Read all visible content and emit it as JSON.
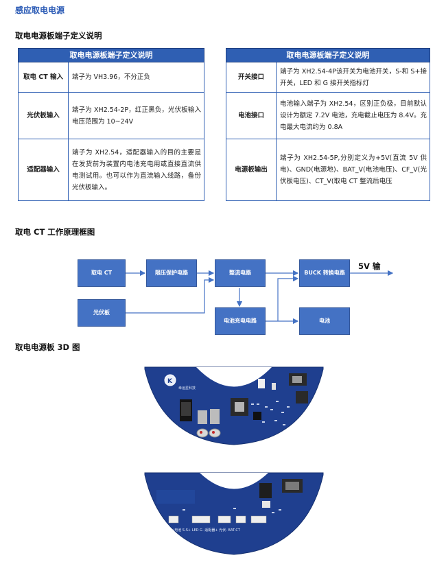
{
  "section_title": "感应取电电源",
  "terminal_title": "取电电源板端子定义说明",
  "table_left": {
    "header": "取电电源板端子定义说明",
    "rows": [
      {
        "key": "取电 CT 输入",
        "value": "端子为 VH3.96，不分正负"
      },
      {
        "key": "光伏板输入",
        "value": "端子为 XH2.54-2P，红正黑负，光伏板输入电压范围为 10~24V"
      },
      {
        "key": "适配器输入",
        "value": "端子为 XH2.54，适配器输入的目的主要是在发货前为装置内电池充电用或直接直流供电测试用。也可以作为直流输入线路，备份光伏板输入。"
      }
    ]
  },
  "table_right": {
    "header": "取电电源板端子定义说明",
    "rows": [
      {
        "key": "开关接口",
        "value": "端子为 XH2.54-4P该开关为电池开关，S-和 S+接开关，LED 和 G 接开关指标灯"
      },
      {
        "key": "电池接口",
        "value": "电池输入端子为 XH2.54，区别正负极，目前默认设计为额定 7.2V 电池，充电截止电压为 8.4V。充电最大电流约为 0.8A"
      },
      {
        "key": "电源板输出",
        "value": "端子为 XH2.54-5P,分别定义为+5V(直流 5V 供电)、GND(电源地)、BAT_V(电池电压)、CF_V(光伏板电压)、CT_V(取电 CT 整流后电压"
      }
    ]
  },
  "diagram_title": "取电 CT 工作原理框图",
  "diagram": {
    "ct": "取电 CT",
    "limiter": "限压保护电路",
    "rectifier": "整流电路",
    "buck": "BUCK 转换电路",
    "output": "5V 输",
    "solar": "光伏板",
    "charger": "电池充电电路",
    "battery": "电池"
  },
  "board_title": "取电电源板 3D 图",
  "board_labels": {
    "brand": "幸运星科技",
    "connector_labels": "+电池   S-S+ LED G  -适配器+  光伏-   BAT-CT"
  },
  "colors": {
    "pcb": "#1f3f8f",
    "pcb_dark": "#173270",
    "box_blue": "#4472c4",
    "header_blue": "#2f5fb3",
    "title_blue": "#2a5ab5"
  }
}
